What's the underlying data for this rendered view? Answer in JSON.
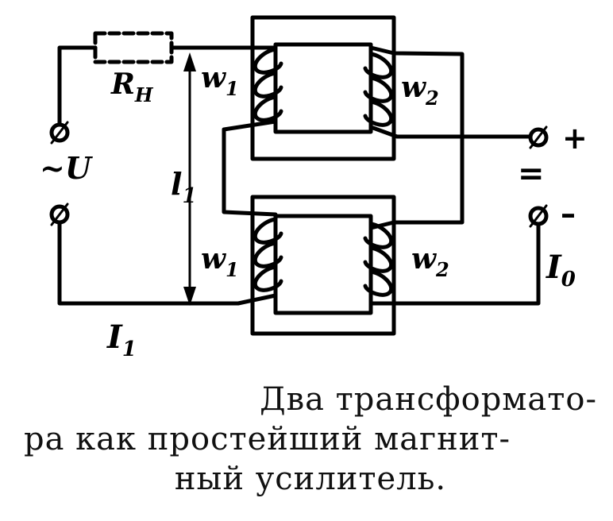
{
  "labels": {
    "load_resistor": "R",
    "load_resistor_sub": "H",
    "supply_voltage": "~U",
    "control_inductance": "l",
    "control_inductance_sub": "1",
    "winding_1_top": "w",
    "winding_1_top_sub": "1",
    "winding_2_top": "w",
    "winding_2_top_sub": "2",
    "winding_1_bottom": "w",
    "winding_1_bottom_sub": "1",
    "winding_2_bottom": "w",
    "winding_2_bottom_sub": "2",
    "load_current": "I",
    "load_current_sub": "1",
    "control_current": "I",
    "control_current_sub": "0",
    "dc_sign": "=",
    "plus_sign": "+",
    "minus_sign": "–"
  },
  "caption": {
    "line1": "Два трансформато-",
    "line2": "ра как простейший магнит-",
    "line3": "ный усилитель."
  }
}
